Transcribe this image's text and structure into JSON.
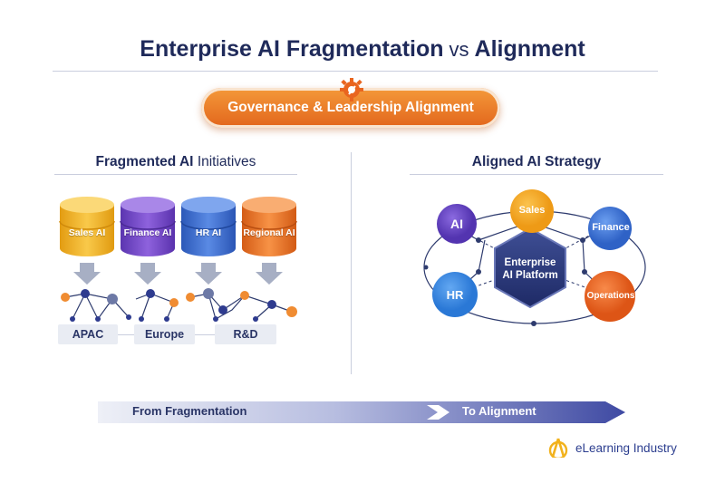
{
  "title": {
    "part1": "Enterprise AI Fragmentation",
    "vs": "vs",
    "part2": "Alignment"
  },
  "governance": {
    "label": "Governance & Leadership Alignment",
    "icon": "gear-icon"
  },
  "left": {
    "title_bold": "Fragmented AI",
    "title_rest": "Initiatives",
    "silos": [
      {
        "label": "Sales AI",
        "color": "#f2b424"
      },
      {
        "label": "Finance AI",
        "color": "#7b4ccf"
      },
      {
        "label": "HR AI",
        "color": "#3d6fd0"
      },
      {
        "label": "Regional AI",
        "color": "#ef7a2a"
      }
    ],
    "regions": [
      "APAC",
      "Europe",
      "R&D"
    ]
  },
  "right": {
    "title": "Aligned AI Strategy",
    "hub": {
      "line1": "Enterprise",
      "line2": "AI Platform"
    },
    "nodes": [
      {
        "label": "AI",
        "color": "#6a4bc9"
      },
      {
        "label": "Sales",
        "color": "#f2a52a"
      },
      {
        "label": "Finance",
        "color": "#3f78d8"
      },
      {
        "label": "HR",
        "color": "#3b88e0"
      },
      {
        "label": "Operations",
        "color": "#e9652a"
      }
    ]
  },
  "bottom": {
    "from": "From Fragmentation",
    "to": "To Alignment"
  },
  "brand": {
    "name": "eLearning Industry"
  }
}
